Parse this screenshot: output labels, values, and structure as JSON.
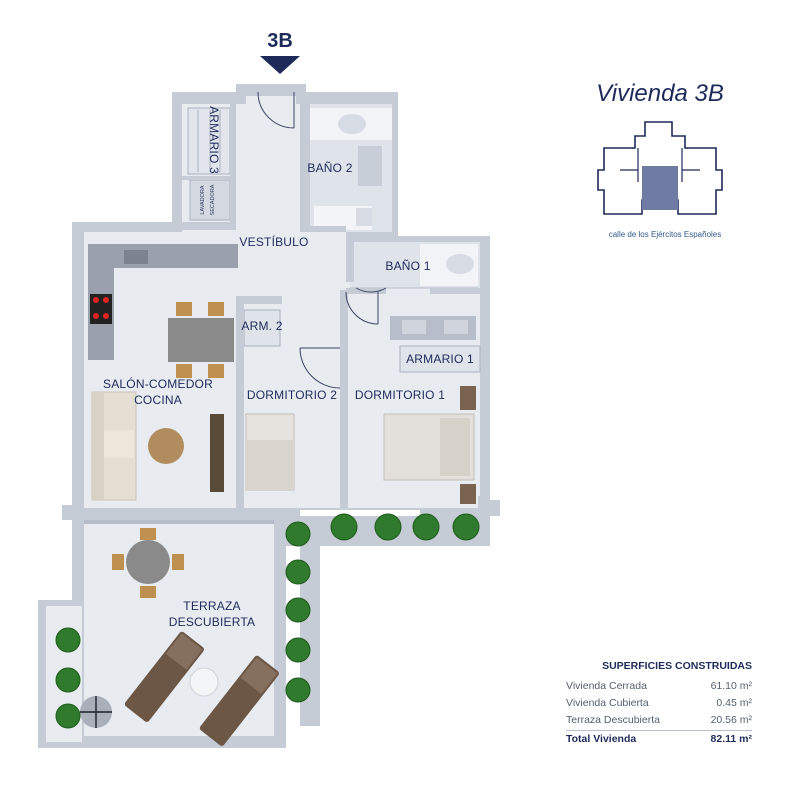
{
  "unit_marker": "3B",
  "unit_title": "Vivienda 3B",
  "street": "calle de los Ejércitos Españoles",
  "rooms": {
    "armario3": "ARMARIO 3",
    "lavadora": "LAVADORA",
    "secadora": "SECADORA",
    "bano2": "BAÑO 2",
    "vestibulo": "VESTÍBULO",
    "bano1": "BAÑO 1",
    "arm2": "ARM. 2",
    "armario1": "ARMARIO 1",
    "salon_line1": "SALÓN-COMEDOR",
    "salon_line2": "COCINA",
    "dormitorio2": "DORMITORIO 2",
    "dormitorio1": "DORMITORIO 1",
    "terraza_line1": "TERRAZA",
    "terraza_line2": "DESCUBIERTA"
  },
  "areas": {
    "title": "SUPERFICIES CONSTRUIDAS",
    "rows": [
      {
        "label": "Vivienda Cerrada",
        "value": "61.10 m²"
      },
      {
        "label": "Vivienda Cubierta",
        "value": "0.45 m²"
      },
      {
        "label": "Terraza Descubierta",
        "value": "20.56 m²"
      }
    ],
    "total": {
      "label": "Total Vivienda",
      "value": "82.11 m²"
    }
  },
  "colors": {
    "wall": "#c6ccd6",
    "floor": "#e8ebf0",
    "navy": "#1e2a5a",
    "keyplan_fill": "#6f7ba3",
    "plant": "#2f7a2c"
  }
}
